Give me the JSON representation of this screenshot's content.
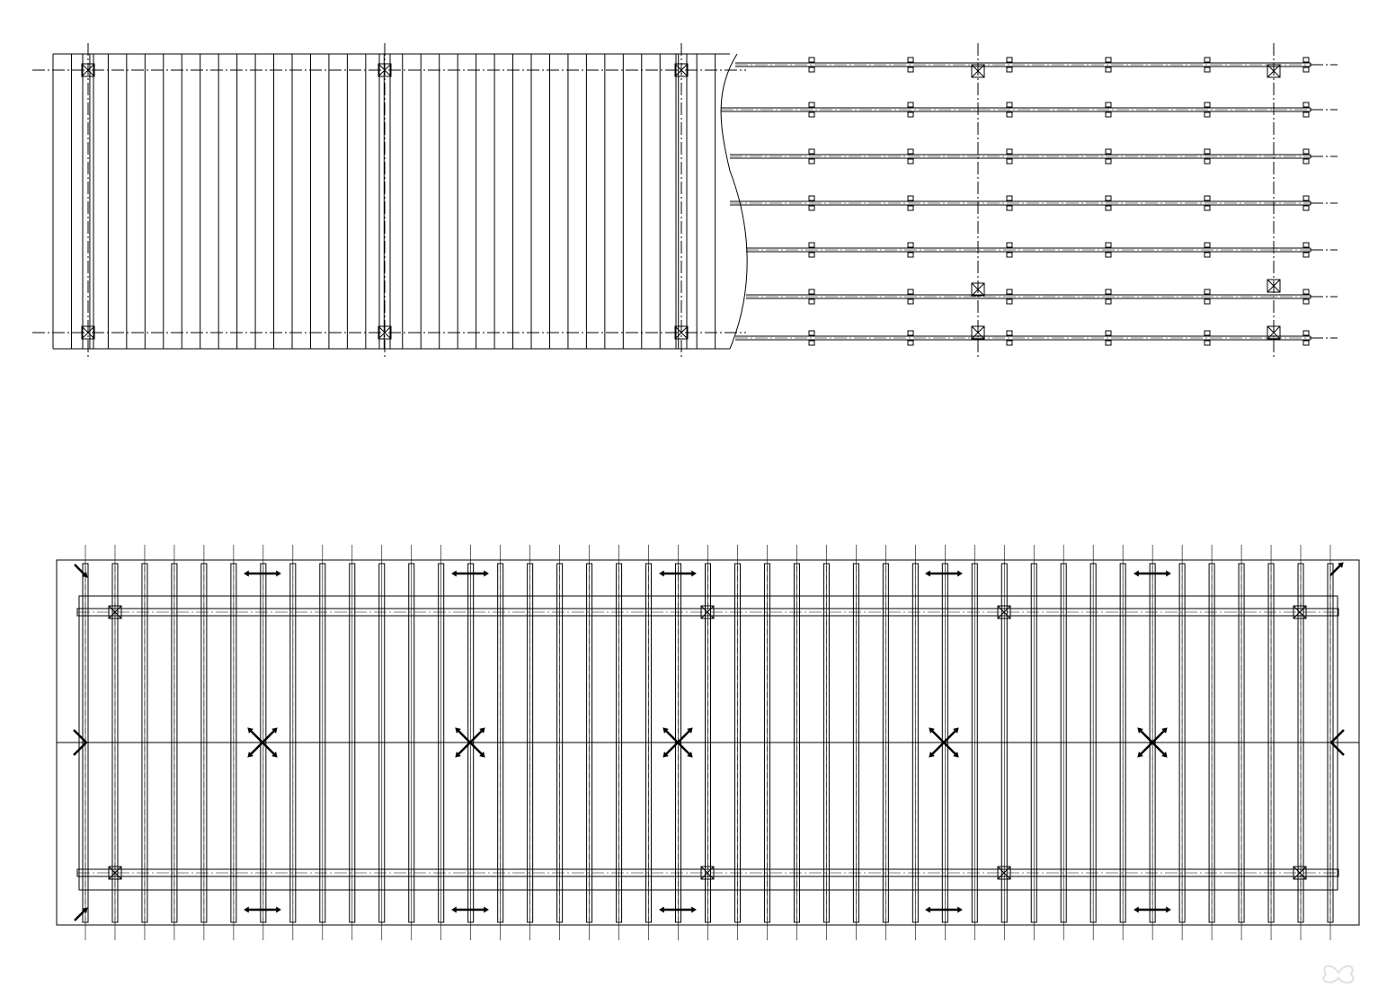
{
  "drawing": {
    "type": "architectural-plan",
    "line_color": "#000000",
    "background": "#ffffff",
    "top_plan": {
      "deck_boards": 36,
      "columns_left_section": 3,
      "joist_rows": 7,
      "joist_blocks_per_row": 6
    },
    "bottom_plan": {
      "rafters": 43,
      "beams": 2,
      "columns_per_beam": 4,
      "cross_braces": 7
    }
  },
  "watermark": {
    "icon": "flower-watermark-icon"
  }
}
